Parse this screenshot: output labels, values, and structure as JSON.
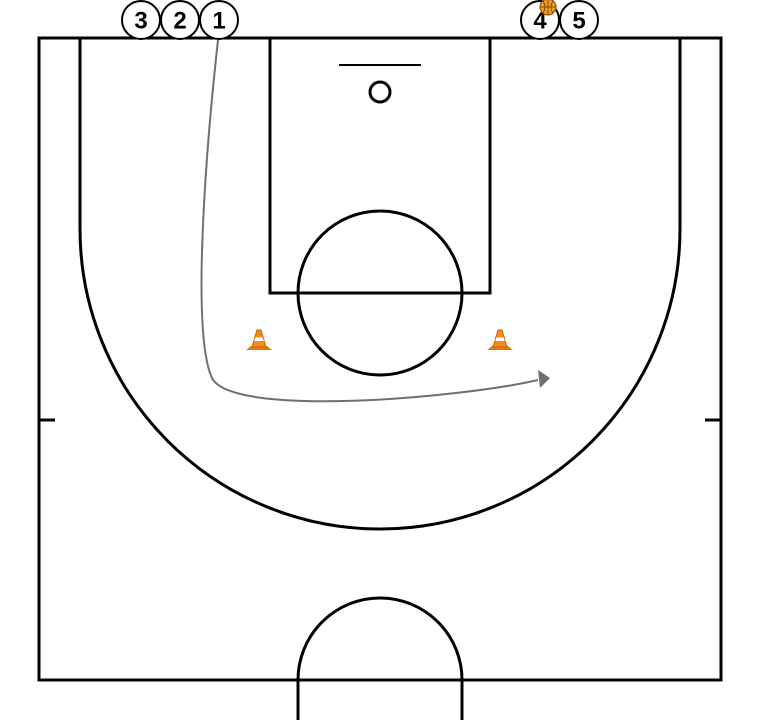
{
  "diagram": {
    "players": [
      {
        "id": "p3",
        "label": "3"
      },
      {
        "id": "p2",
        "label": "2"
      },
      {
        "id": "p1",
        "label": "1"
      },
      {
        "id": "p4",
        "label": "4",
        "has_ball": true
      },
      {
        "id": "p5",
        "label": "5"
      }
    ],
    "cones": 2,
    "colors": {
      "court_lines": "#000000",
      "movement_path": "#707070",
      "cone": "#f28c1b",
      "ball": "#f39a1c"
    },
    "icons": [
      "cone-icon",
      "basketball-icon"
    ]
  }
}
